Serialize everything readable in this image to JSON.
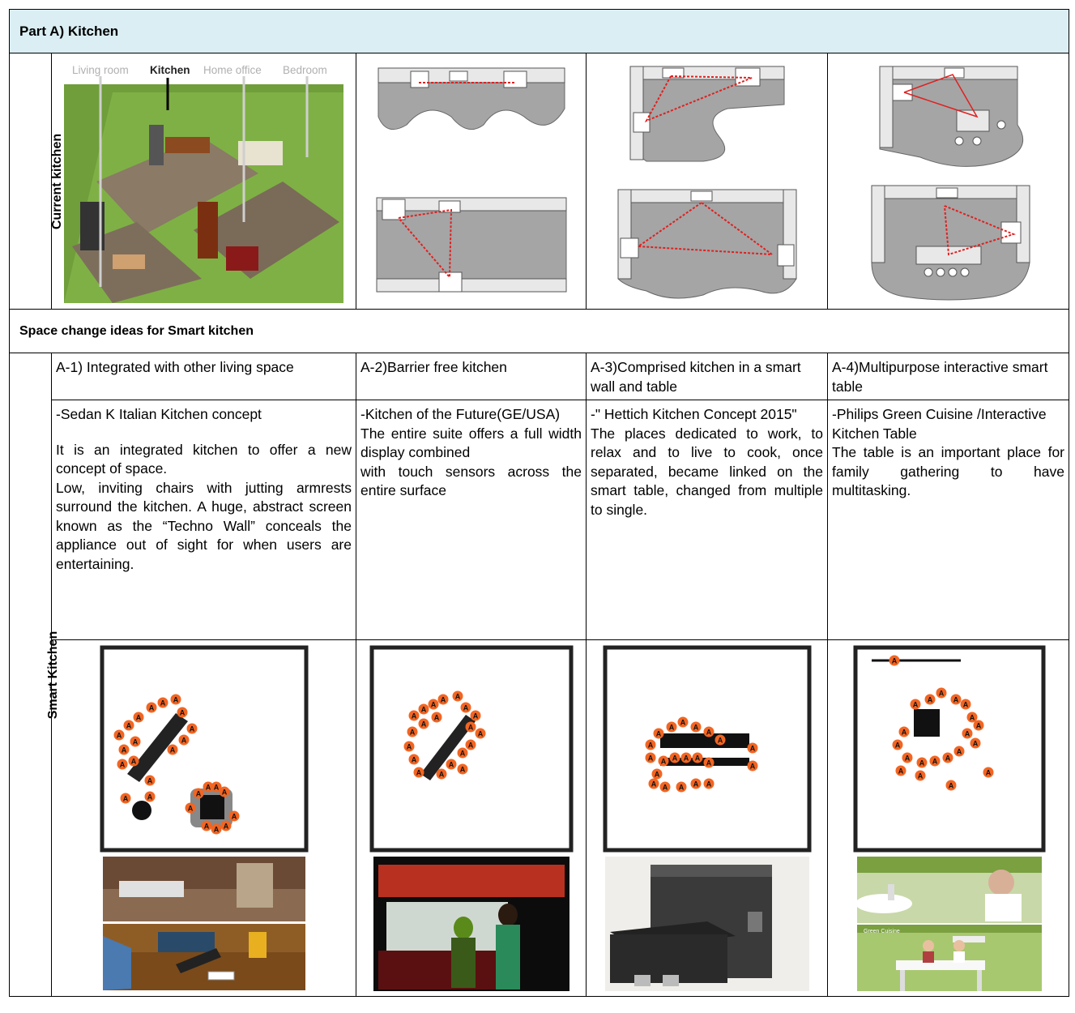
{
  "part_title": "Part A) Kitchen",
  "current_kitchen_label": "Current kitchen",
  "collage": {
    "tabs": [
      "Living room",
      "Kitchen",
      "Home office",
      "Bedroom"
    ],
    "active_tab": "Kitchen"
  },
  "section_title": "Space change ideas for Smart kitchen",
  "smart_kitchen_label": "Smart Kitchen",
  "ideas": [
    {
      "title": "A-1) Integrated with other living space",
      "heading": "-Sedan K Italian Kitchen concept",
      "body": "It is an integrated kitchen to offer a new concept of space.\nLow, inviting chairs with jutting armrests surround the kitchen. A huge, abstract screen known as the “Techno Wall” conceals the appliance out of sight for when users are entertaining."
    },
    {
      "title": "A-2)Barrier free kitchen",
      "heading": "-Kitchen of the Future(GE/USA)",
      "body": "The entire suite offers a full width display combined\nwith touch sensors across the entire surface"
    },
    {
      "title": "A-3)Comprised kitchen in a smart wall and table",
      "heading": "-\" Hettich Kitchen Concept 2015\"",
      "body": "The places dedicated to work, to relax and to live to cook, once separated, became linked on the smart table, changed from multiple to single."
    },
    {
      "title": "A-4)Multipurpose interactive smart table",
      "heading": "-Philips Green Cuisine /Interactive Kitchen Table",
      "body": "The table is an important place for family gathering to have multitasking."
    }
  ],
  "person_marker_letter": "A",
  "photo_caption_green": "Green Cuisine",
  "colors": {
    "header_bg": "#daeef3",
    "marker": "#f26522",
    "work_triangle": "#e02020",
    "floor_gray": "#9a9a9a"
  }
}
